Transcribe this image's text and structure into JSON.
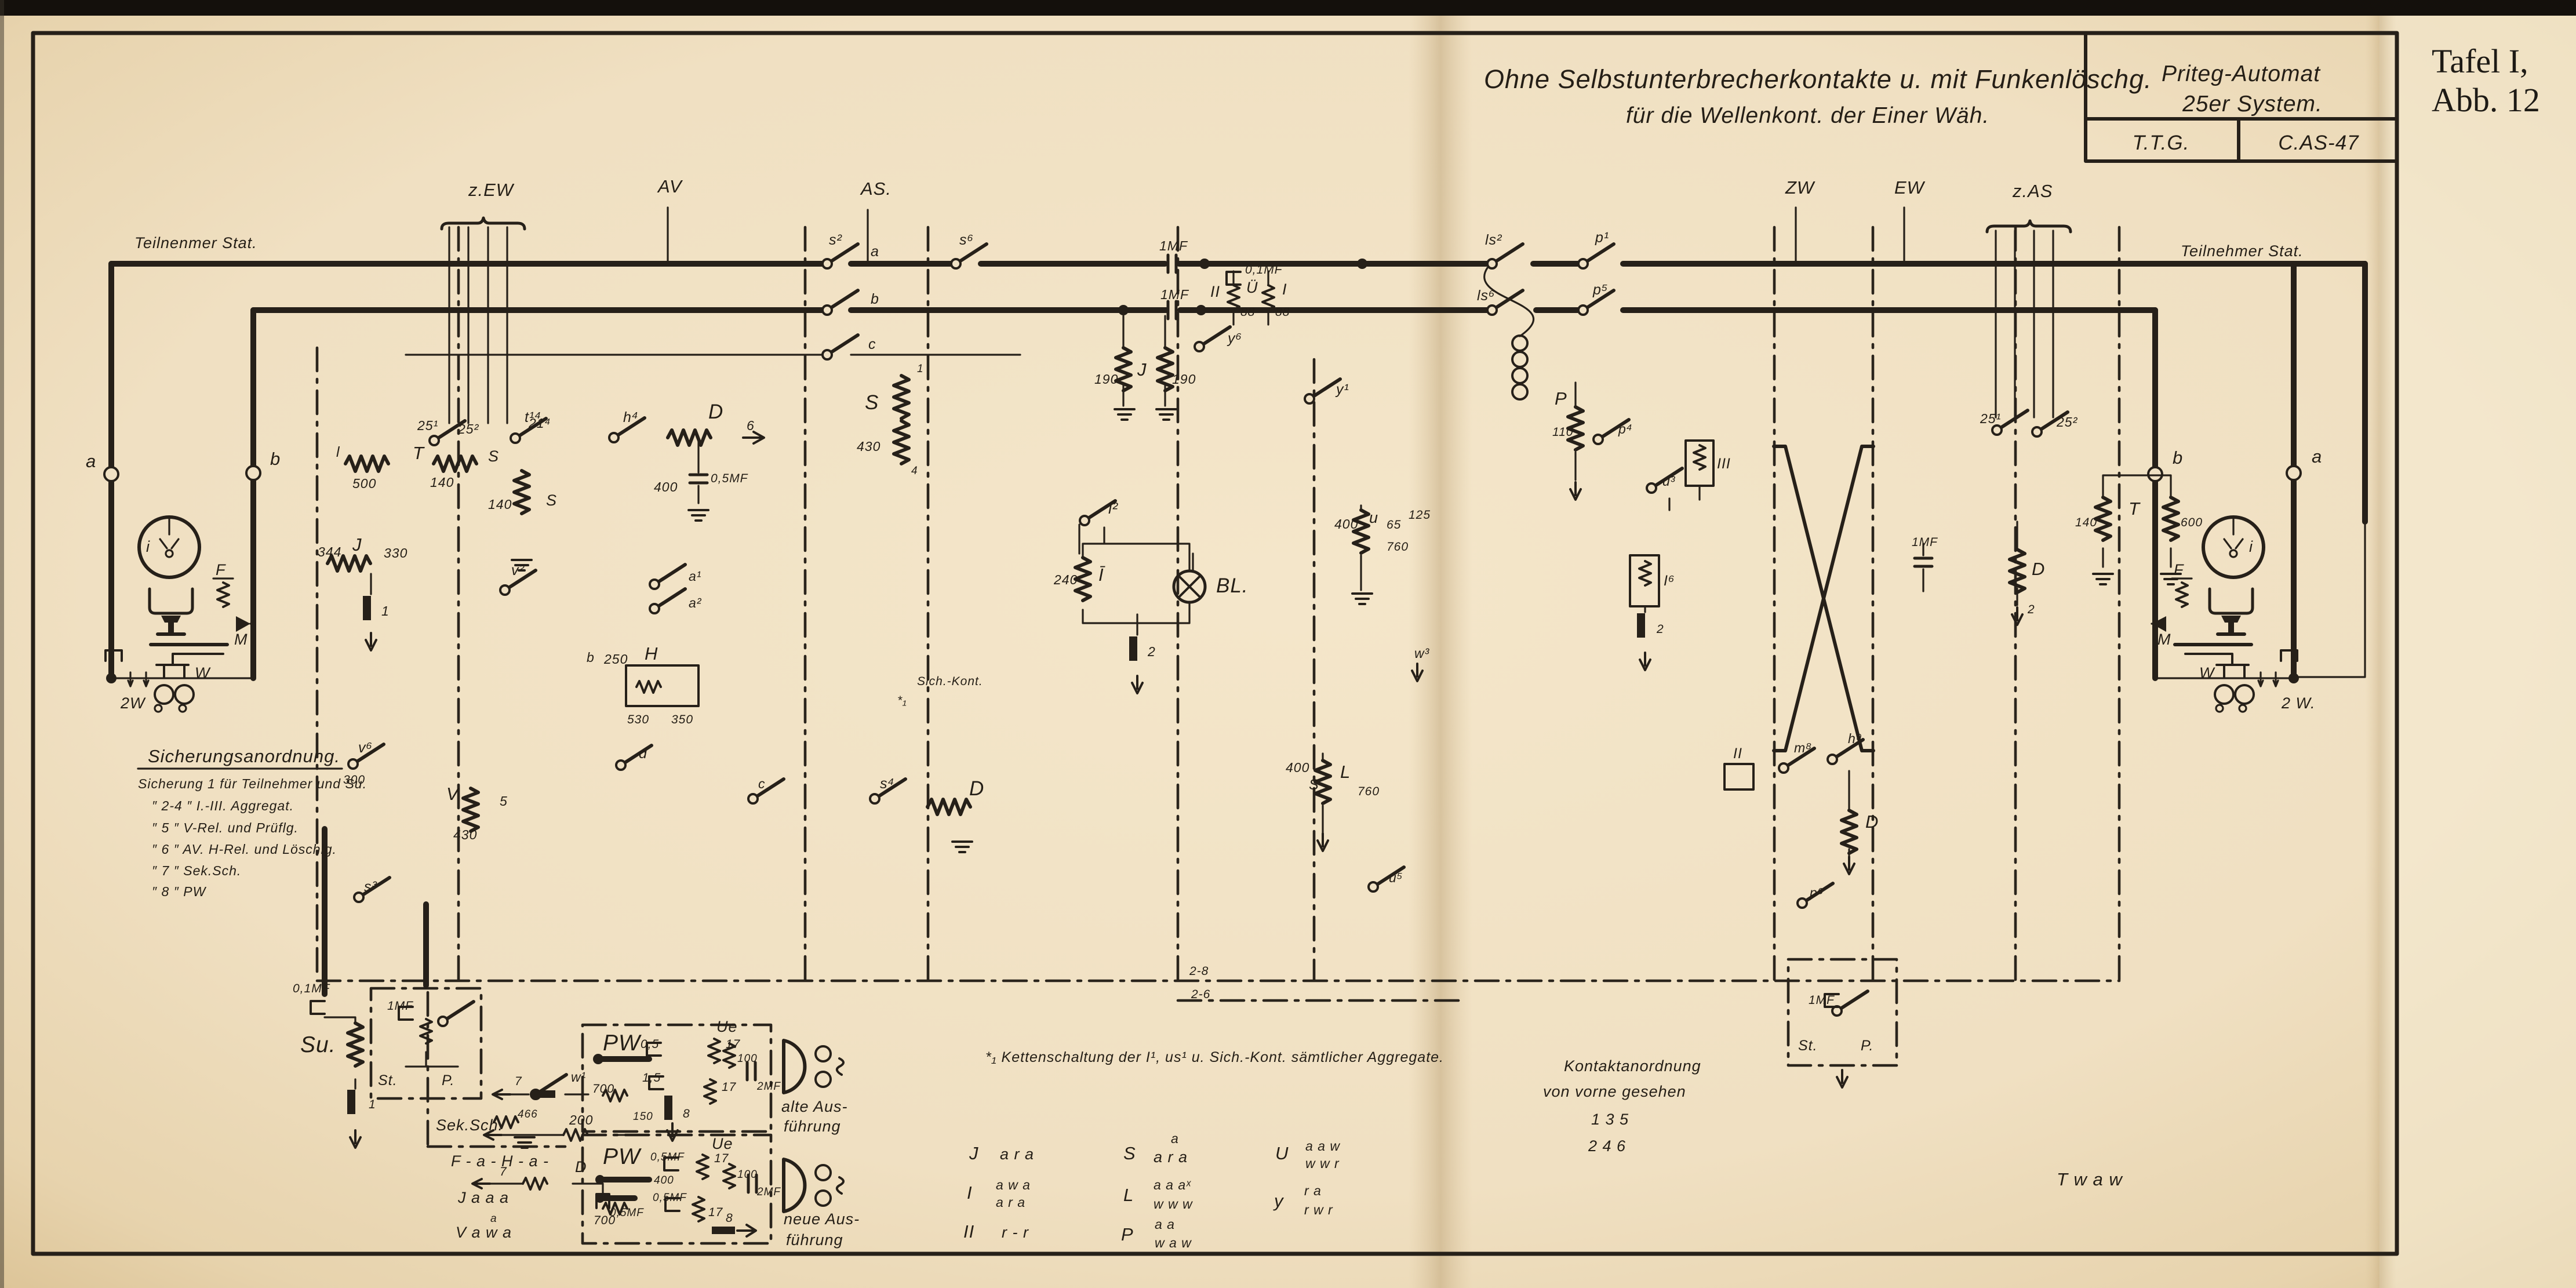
{
  "header": {
    "line1": "Ohne Selbstunterbrecherkontakte u. mit Funkenlöschg.",
    "line2": "für die Wellenkont.  der Einer Wäh."
  },
  "title_block": {
    "name1": "Priteg-Automat",
    "name2": "25er System.",
    "org": "T.T.G.",
    "code": "C.AS-47"
  },
  "margin": {
    "plate": "Tafel I,",
    "figure": "Abb. 12"
  },
  "sections": {
    "zew": "z.EW",
    "av": "AV",
    "as": "AS.",
    "zw": "ZW",
    "ew": "EW",
    "zas": "z.AS"
  },
  "stations": {
    "left_title": "Teilnenmer Stat.",
    "right_title": "Teilnehmer Stat.",
    "a": "a",
    "b": "b",
    "i": "i",
    "F": "F",
    "M": "M",
    "W": "W",
    "w2l": "2W",
    "w2r": "2 W."
  },
  "legend": {
    "title": "Sicherungsanordnung.",
    "rows": [
      "Sicherung   1   für Teilnehmer und Su.",
      "″      2-4   ″   I.-III. Aggregat.",
      "″       5     ″   V-Rel. und Prüflg.",
      "″       6     ″   AV. H-Rel. und Löschlg.",
      "″       7     ″   Sek.Sch.",
      "″       8     ″   PW"
    ]
  },
  "notes": {
    "chain": "*₁  Kettenschaltung der I¹, us¹ u. Sich.-Kont. sämtlicher Aggregate.",
    "kontakt1": "Kontaktanordnung",
    "kontakt2": "von vorne gesehen",
    "krow1": "1   3   5",
    "krow2": "2   4   6",
    "twaw": "T w a w"
  },
  "contact_tables": {
    "left": {
      "r1": "F - a -      H - a -",
      "r2": "J a a a",
      "r3": "V a w a",
      "r3sup": "a"
    },
    "c1": {
      "l1": "J",
      "v1": "a r a",
      "l2": "I",
      "v2t": "a w a",
      "v2b": "a r a",
      "l3": "II",
      "v3": "r - r"
    },
    "c2": {
      "l1": "S",
      "v1t": "a",
      "v1b": "a r a",
      "l2": "L",
      "v2t": "a a aˣ",
      "v2b": "w w w",
      "l3": "P",
      "v3t": "a     a",
      "v3b": "w a w"
    },
    "c3": {
      "l1": "U",
      "v1t": "a a w",
      "v1b": "w w r",
      "l2": "y",
      "v2t": "r      a",
      "v2b": "r w r"
    }
  },
  "pw": {
    "old": {
      "box": "PW",
      "ue": "Ue",
      "c1": "0,5",
      "c2": "1,5",
      "r700": "700",
      "r17a": "17",
      "r17b": "17",
      "r100": "100",
      "c2mf": "2MF",
      "f8": "8",
      "r150": "150",
      "cap1": "alte Aus-",
      "cap2": "führung"
    },
    "new": {
      "box": "PW",
      "ue": "Ue",
      "c1": "0,5MF",
      "c2": "0,5MF",
      "r400": "400",
      "r700": "700",
      "r17a": "17",
      "r17b": "17",
      "r100": "100",
      "c2mf": "2MF",
      "f8": "8",
      "cap1": "neue Aus-",
      "cap2": "führung"
    }
  },
  "bottom_left": {
    "cap01": "0,1MF",
    "su": "Su.",
    "f1": "1",
    "stp_cap": "1MF",
    "st": "St.",
    "p": "P.",
    "sek": "Sek.Sch.",
    "n466": "466",
    "n7a": "7",
    "w1": "w¹",
    "r200": "200",
    "n7b": "7",
    "d": "D",
    "c05": "0,5MF"
  },
  "right_stp": {
    "cap": "1MF",
    "st": "St.",
    "p": "P."
  },
  "c": {
    "l": "l",
    "r500": "500",
    "T": "T",
    "r140": "140",
    "S": "S",
    "r344": "344",
    "J": "J",
    "r330": "330",
    "f1": "1",
    "t14": "t¹⁴",
    "r140b": "140",
    "Sb": "S",
    "h4": "h⁴",
    "D": "D",
    "n6": "6",
    "c05": "0,5MF",
    "r400": "400",
    "s2": "s²",
    "s6": "s⁶",
    "wa": "a",
    "wb": "b",
    "wc": "c",
    "Sr": "S",
    "r430": "430",
    "n1": "1",
    "n4": "4",
    "a1": "a¹",
    "a2": "a²",
    "bb": "b",
    "r250": "250",
    "H": "H",
    "r530": "530",
    "r350": "350",
    "dl": "d",
    "v2": "v²",
    "v6": "v⁶",
    "r300": "300",
    "V": "V",
    "r430b": "430",
    "n5": "5",
    "s3": "s³",
    "cc": "c",
    "s4": "s⁴",
    "Dc": "D",
    "sich": "Sich.-Kont.",
    "star": "*₁",
    "mf1": "1MF",
    "mf1b": "1MF",
    "mf01": "0,1MF",
    "II": "II",
    "Ue": "Ü",
    "I": "I",
    "n88a": "88",
    "n88b": "88",
    "y6": "y⁶",
    "y1": "y¹",
    "r190a": "190",
    "Jb": "J",
    "r190b": "190",
    "i2": "i²",
    "r240": "240",
    "Ibar": "Ī",
    "BL": "BL.",
    "f2": "2",
    "r400b": "400",
    "u": "u",
    "r65": "65",
    "r125": "125",
    "r760": "760",
    "w3": "w³",
    "r400c": "400",
    "Sl": "S",
    "L": "L",
    "r760b": "760",
    "u5": "u⁵",
    "n28": "2-8",
    "n26": "2-6",
    "ls2": "ls²",
    "ls6": "ls⁶",
    "p1": "p¹",
    "p5": "p⁵",
    "P": "P",
    "r110": "110",
    "p4": "p⁴",
    "u3": "u³",
    "III": "III",
    "I6": "I⁶",
    "f2b": "2",
    "IIb": "II",
    "m8": "m⁸",
    "h9": "h⁹",
    "Dd": "D",
    "mf1c": "1MF",
    "De": "D",
    "f2c": "2",
    "p6": "p⁶",
    "r140c": "140",
    "Tb": "T",
    "r600": "600",
    "z25a": "25¹",
    "z25b": "25²",
    "z21": "21⁴",
    "z25c": "25¹",
    "z25d": "25²"
  }
}
